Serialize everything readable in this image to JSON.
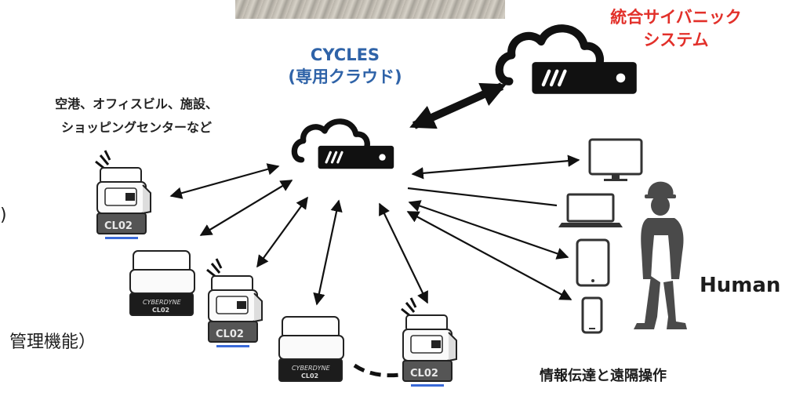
{
  "labels": {
    "integrated_line1": "統合サイバニック",
    "integrated_line2": "システム",
    "cloud_line1": "CYCLES",
    "cloud_line2": "(専用クラウド)",
    "locations_line1": "空港、オフィスビル、施設、",
    "locations_line2": "ショッピングセンターなど",
    "human": "Human",
    "info_transfer": "情報伝達と遠隔操作",
    "cut_left_1": ")",
    "cut_left_2": "、管理機能）"
  },
  "robot_text": {
    "model": "CL02",
    "brand": "CYBERDYNE"
  },
  "colors": {
    "integrated": "#e2302a",
    "cloud": "#2f63a8",
    "text": "#1d1d1d"
  },
  "icons": [
    "cloud-server-icon",
    "cleaning-robot-icon",
    "desktop-monitor-icon",
    "laptop-icon",
    "tablet-icon",
    "smartphone-icon",
    "worker-silhouette-icon"
  ]
}
